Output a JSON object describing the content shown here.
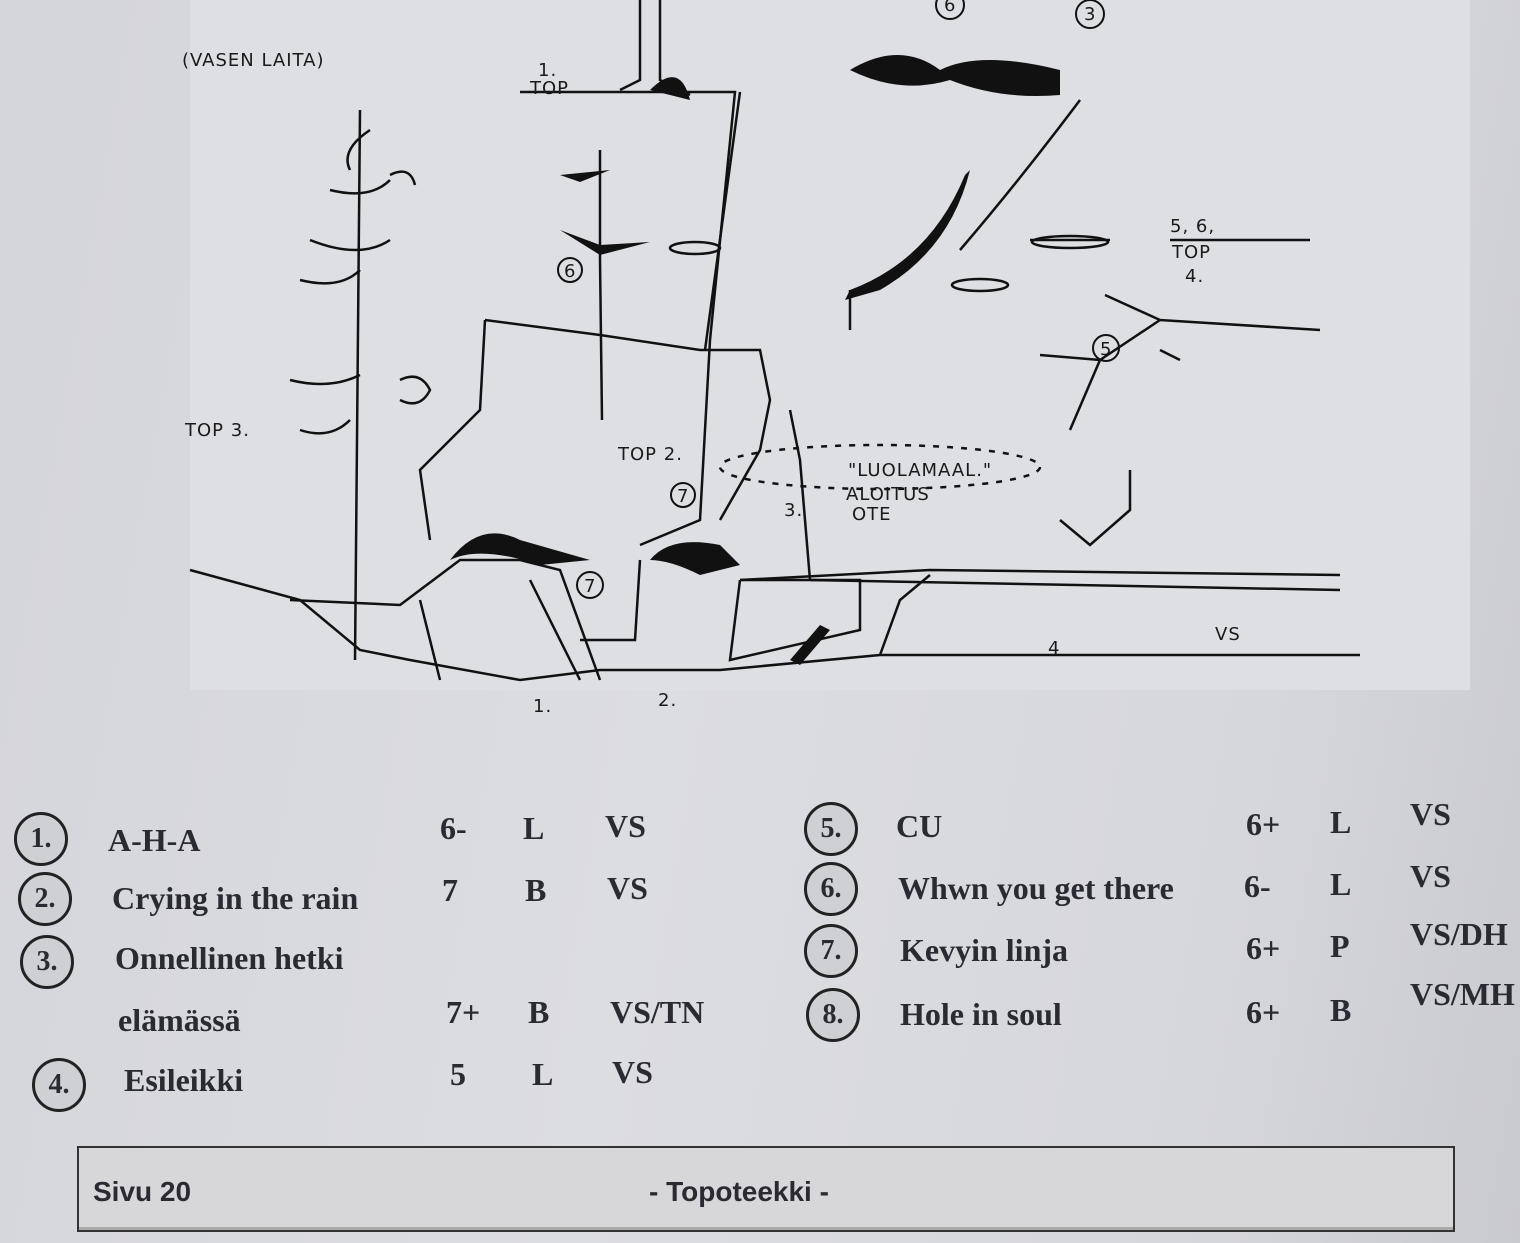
{
  "sketch": {
    "title": "(VASEN LAITA)",
    "labels": {
      "top1": "1.",
      "top1_word": "TOP",
      "top3": "TOP 3.",
      "top2": "TOP 2.",
      "cave": "\"LUOLAMAAL.\"",
      "start_num": "3.",
      "start_label_1": "ALOITUS",
      "start_label_2": "OTE",
      "top56": "5, 6,",
      "top56_word": "TOP",
      "top56_4": "4.",
      "vs": "VS",
      "base1": "1.",
      "base2": "2.",
      "mark4": "4",
      "c6": "6",
      "c7a": "7",
      "c7b": "7",
      "c5": "5",
      "c3": "3",
      "c6top": "6"
    }
  },
  "routes_left": [
    {
      "num": "1.",
      "name": "A-H-A",
      "grade": "6-",
      "type": "L",
      "protection": "VS"
    },
    {
      "num": "2.",
      "name": "Crying in the rain",
      "grade": "7",
      "type": "B",
      "protection": "VS"
    },
    {
      "num": "3.",
      "name": "Onnellinen hetki",
      "name2": "elämässä",
      "grade": "7+",
      "type": "B",
      "protection": "VS/TN"
    },
    {
      "num": "4.",
      "name": "Esileikki",
      "grade": "5",
      "type": "L",
      "protection": "VS"
    }
  ],
  "routes_right": [
    {
      "num": "5.",
      "name": "CU",
      "grade": "6+",
      "type": "L",
      "protection": "VS"
    },
    {
      "num": "6.",
      "name": "Whwn you get there",
      "grade": "6-",
      "type": "L",
      "protection": "VS"
    },
    {
      "num": "7.",
      "name": "Kevyin linja",
      "grade": "6+",
      "type": "P",
      "protection": "VS/DH"
    },
    {
      "num": "8.",
      "name": "Hole in soul",
      "grade": "6+",
      "type": "B",
      "protection": "VS/MH"
    }
  ],
  "footer": {
    "page": "Sivu 20",
    "title": "- Topoteekki -"
  }
}
